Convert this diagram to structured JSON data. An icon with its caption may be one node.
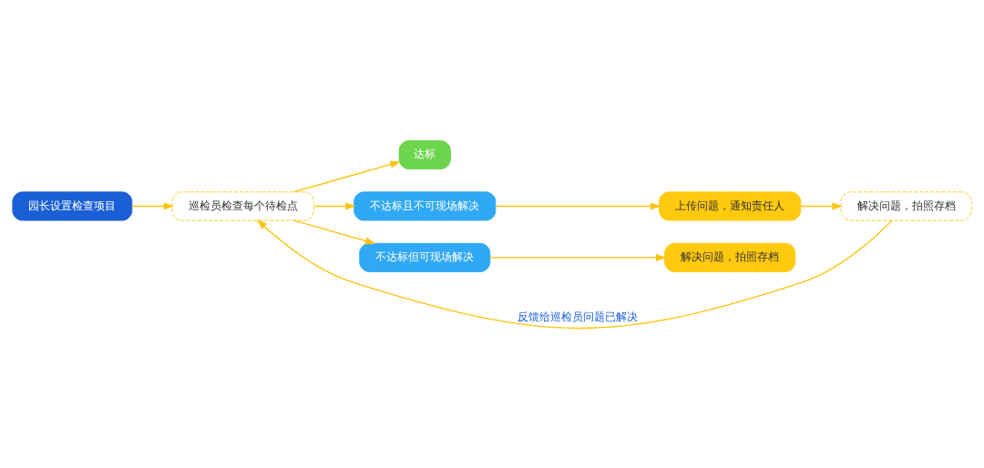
{
  "diagram": {
    "nodes": [
      {
        "text": [
          "园长设置检查项目"
        ]
      },
      {
        "text": [
          "巡检员检查每个待检点"
        ]
      },
      {
        "text": [
          "达标"
        ]
      },
      {
        "text": [
          "不达标且不可现场解决"
        ]
      },
      {
        "text": [
          "不达标但可现场解决"
        ]
      },
      {
        "text": [
          "上传问题，通知责任人"
        ]
      },
      {
        "text": [
          "解决问题，拍照存档"
        ]
      },
      {
        "text": [
          "解决问题，拍照存档"
        ]
      }
    ],
    "edges": [
      {
        "from": 0,
        "to": 1,
        "arrow": "to"
      },
      {
        "from": 1,
        "to": 2,
        "arrow": "to"
      },
      {
        "from": 1,
        "to": 3,
        "arrow": "to"
      },
      {
        "from": 1,
        "to": 4,
        "arrow": "to"
      },
      {
        "from": 3,
        "to": 5,
        "arrow": "to"
      },
      {
        "from": 4,
        "to": 6,
        "arrow": "to"
      },
      {
        "from": 5,
        "to": 7,
        "arrow": "to"
      },
      {
        "from": 7,
        "to": 1,
        "arrow": "to",
        "label": "反馈给巡检员问题已解决"
      }
    ]
  }
}
